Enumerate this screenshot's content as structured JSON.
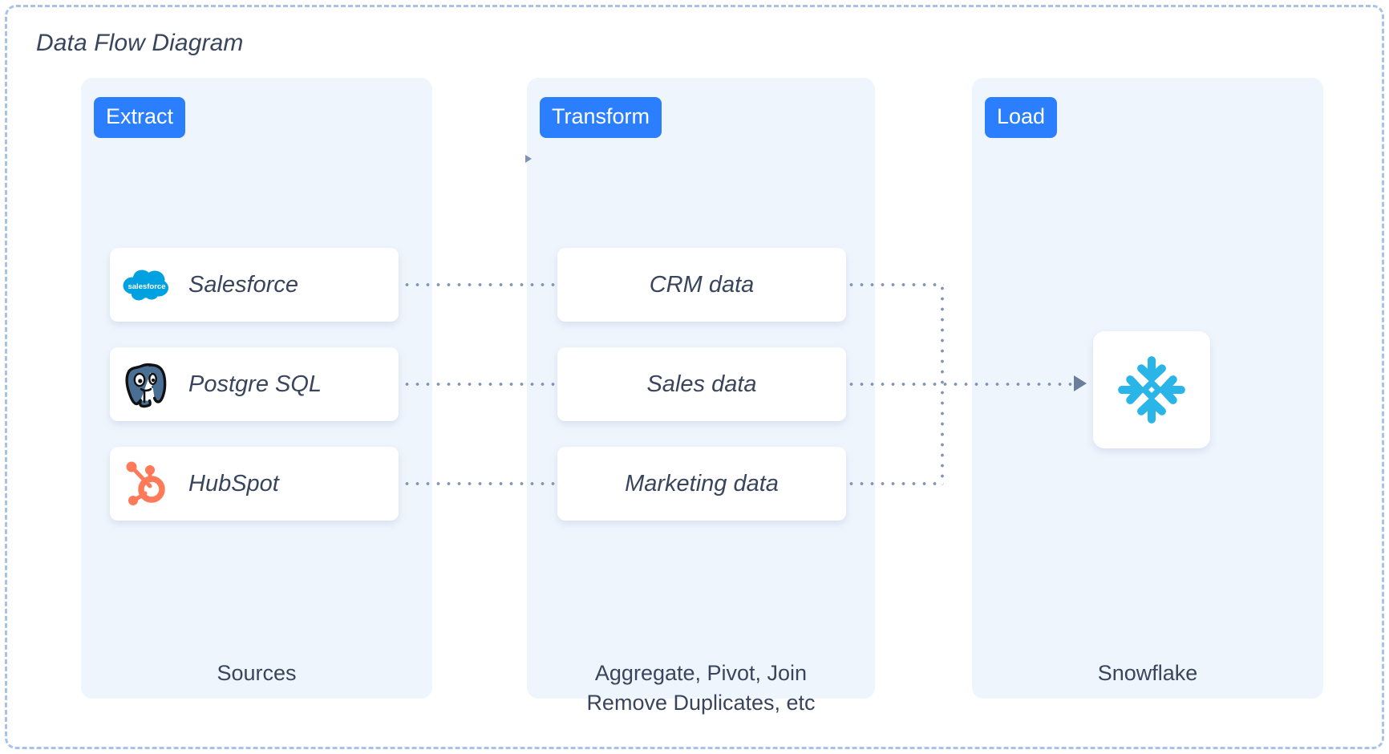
{
  "title": "Data Flow Diagram",
  "colors": {
    "badge_blue": "#2b7fff",
    "panel_bg": "#eff5fd",
    "card_bg": "#ffffff",
    "text_dark": "#39455c",
    "connector": "#8094b4",
    "frame_border": "#a9c3e8",
    "salesforce_blue": "#00a1e0",
    "postgres_blue": "#4a6f95",
    "hubspot_orange": "#ff7a59",
    "snowflake_cyan": "#29b5e8"
  },
  "stages": [
    {
      "key": "extract",
      "badge": "Extract",
      "caption": "Sources",
      "nodes": [
        {
          "label": "Salesforce",
          "icon": "salesforce-logo-icon"
        },
        {
          "label": "Postgre SQL",
          "icon": "postgresql-logo-icon"
        },
        {
          "label": "HubSpot",
          "icon": "hubspot-logo-icon"
        }
      ]
    },
    {
      "key": "transform",
      "badge": "Transform",
      "caption": "Aggregate, Pivot, Join\nRemove Duplicates, etc",
      "nodes": [
        {
          "label": "CRM data",
          "icon": ""
        },
        {
          "label": "Sales data",
          "icon": ""
        },
        {
          "label": "Marketing data",
          "icon": ""
        }
      ]
    },
    {
      "key": "load",
      "badge": "Load",
      "caption": "Snowflake",
      "nodes": [
        {
          "label": "",
          "icon": "snowflake-logo-icon"
        }
      ]
    }
  ],
  "connections": [
    {
      "from": "Salesforce",
      "to": "CRM data"
    },
    {
      "from": "Postgre SQL",
      "to": "Sales data"
    },
    {
      "from": "HubSpot",
      "to": "Marketing data"
    },
    {
      "from": "CRM data",
      "to": "Snowflake"
    },
    {
      "from": "Sales data",
      "to": "Snowflake"
    },
    {
      "from": "Marketing data",
      "to": "Snowflake"
    }
  ]
}
